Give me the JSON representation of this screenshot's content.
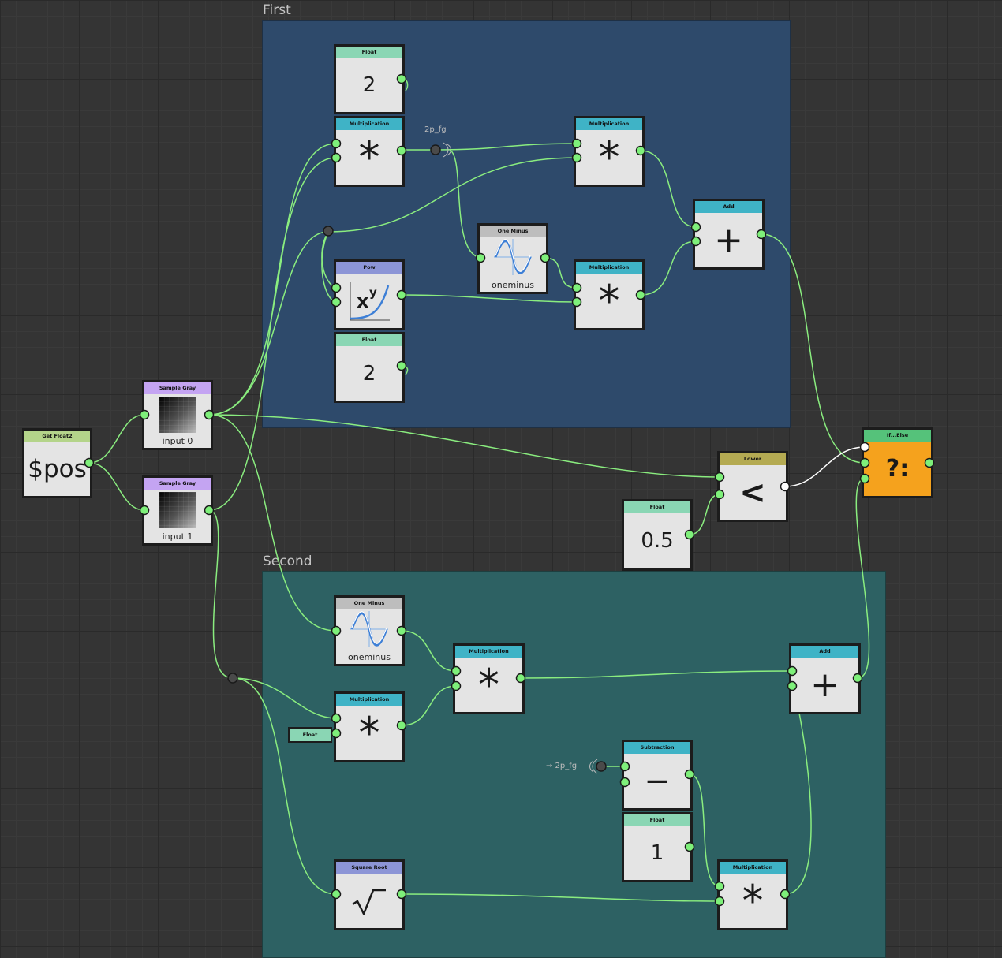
{
  "frames": {
    "first_case": {
      "title": "First case",
      "color": "#2e4a6b"
    },
    "second_case": {
      "title": "Second case",
      "color": "#2d6163"
    }
  },
  "colors": {
    "wire": "#8aed7f",
    "port": "#7ef07a",
    "port_white": "#ffffff",
    "header_float": "#8ad6b4",
    "header_mult": "#3fb3c6",
    "header_sample": "#c4a4f2",
    "header_getfloat": "#b4d48a",
    "header_pow": "#8c95d6",
    "header_oneminus": "#bdbdbd",
    "header_lower": "#b4aa52",
    "header_ifelse": "#55c27a",
    "ifelse_body": "#f5a21d",
    "header_add": "#3fb3c6",
    "header_sub": "#3fb3c6",
    "header_sqrt": "#8c95d6"
  },
  "labels": {
    "var_2p_fg": "2p_fg",
    "var_2p_fg_ref": "→ 2p_fg"
  },
  "nodes": {
    "get_float2": {
      "title": "Get Float2",
      "value": "$pos"
    },
    "sample_gray_0": {
      "title": "Sample Gray",
      "caption": "input 0"
    },
    "sample_gray_1": {
      "title": "Sample Gray",
      "caption": "input 1"
    },
    "float_2_top": {
      "title": "Float",
      "value": "2"
    },
    "mult_1": {
      "title": "Multiplication",
      "symbol": "*"
    },
    "mult_2": {
      "title": "Multiplication",
      "symbol": "*"
    },
    "one_minus_1": {
      "title": "One Minus",
      "caption": "oneminus"
    },
    "pow": {
      "title": "Pow",
      "symbol": "xʸ"
    },
    "float_2_bottom": {
      "title": "Float",
      "value": "2"
    },
    "mult_3": {
      "title": "Multiplication",
      "symbol": "*"
    },
    "add_1": {
      "title": "Add",
      "symbol": "+"
    },
    "lower": {
      "title": "Lower",
      "symbol": "<"
    },
    "float_05": {
      "title": "Float",
      "value": "0.5"
    },
    "if_else": {
      "title": "If...Else",
      "symbol": "?:"
    },
    "one_minus_2": {
      "title": "One Minus",
      "caption": "oneminus"
    },
    "mult_4": {
      "title": "Multiplication",
      "symbol": "*"
    },
    "mult_5": {
      "title": "Multiplication",
      "symbol": "*"
    },
    "float_small": {
      "title": "Float"
    },
    "add_2": {
      "title": "Add",
      "symbol": "+"
    },
    "subtraction": {
      "title": "Subtraction",
      "symbol": "−"
    },
    "float_1": {
      "title": "Float",
      "value": "1"
    },
    "square_root": {
      "title": "Square Root",
      "symbol": "√"
    },
    "mult_6": {
      "title": "Multiplication",
      "symbol": "*"
    }
  }
}
